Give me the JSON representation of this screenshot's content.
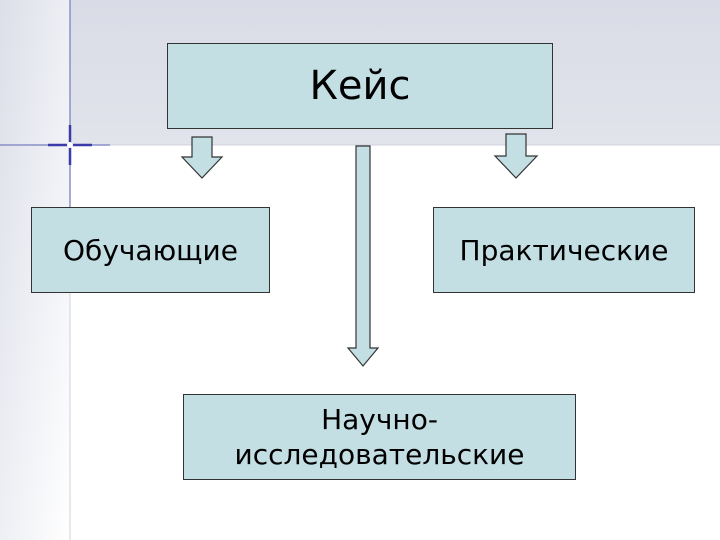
{
  "diagram": {
    "root": {
      "label": "Кейс"
    },
    "children": [
      {
        "id": "obuch",
        "label": "Обучающие"
      },
      {
        "id": "prakt",
        "label": "Практические"
      },
      {
        "id": "nauch",
        "label": "Научно-исследовательские"
      }
    ]
  },
  "colors": {
    "box_fill": "#c3dfe4",
    "border": "#333333",
    "accent_star": "#3a3aa8",
    "background_tint": "#e3e6ee"
  }
}
